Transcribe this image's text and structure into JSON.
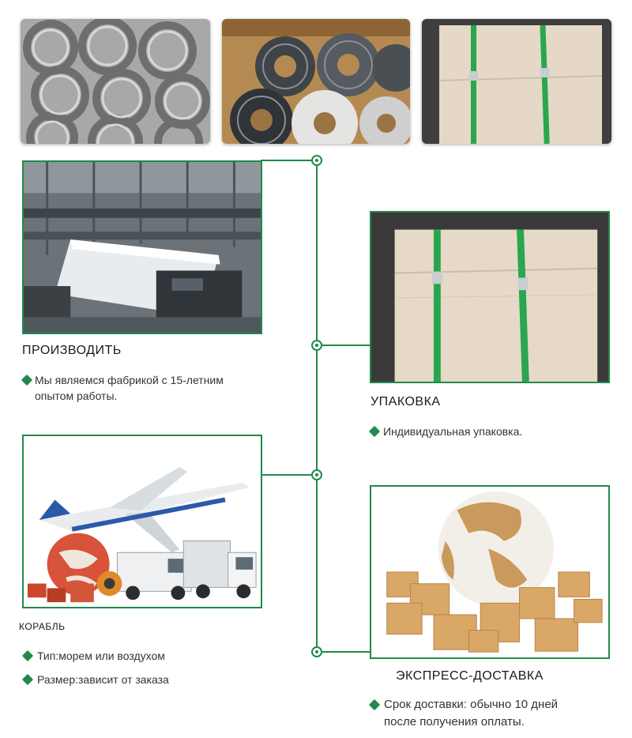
{
  "sections": {
    "produce": {
      "heading": "ПРОИЗВОДИТЬ",
      "line1": "Мы являемся фабрикой с 15-летним",
      "line2": "опытом работы."
    },
    "packaging": {
      "heading": "УПАКОВКА",
      "line1": "Индивидуальная упаковка."
    },
    "ship": {
      "heading": "КОРАБЛЬ",
      "line1": "Тип:морем или воздухом",
      "line2": "Размер:зависит от заказа"
    },
    "express": {
      "heading": "ЭКСПРЕСС-ДОСТАВКА",
      "line1": "Срок доставки: обычно 10 дней",
      "line2": "после получения оплаты."
    }
  },
  "colors": {
    "accent": "#1f8a4c",
    "text": "#333333"
  },
  "icons": {
    "bullet": "diamond",
    "timeline_node": "circle-dot"
  }
}
